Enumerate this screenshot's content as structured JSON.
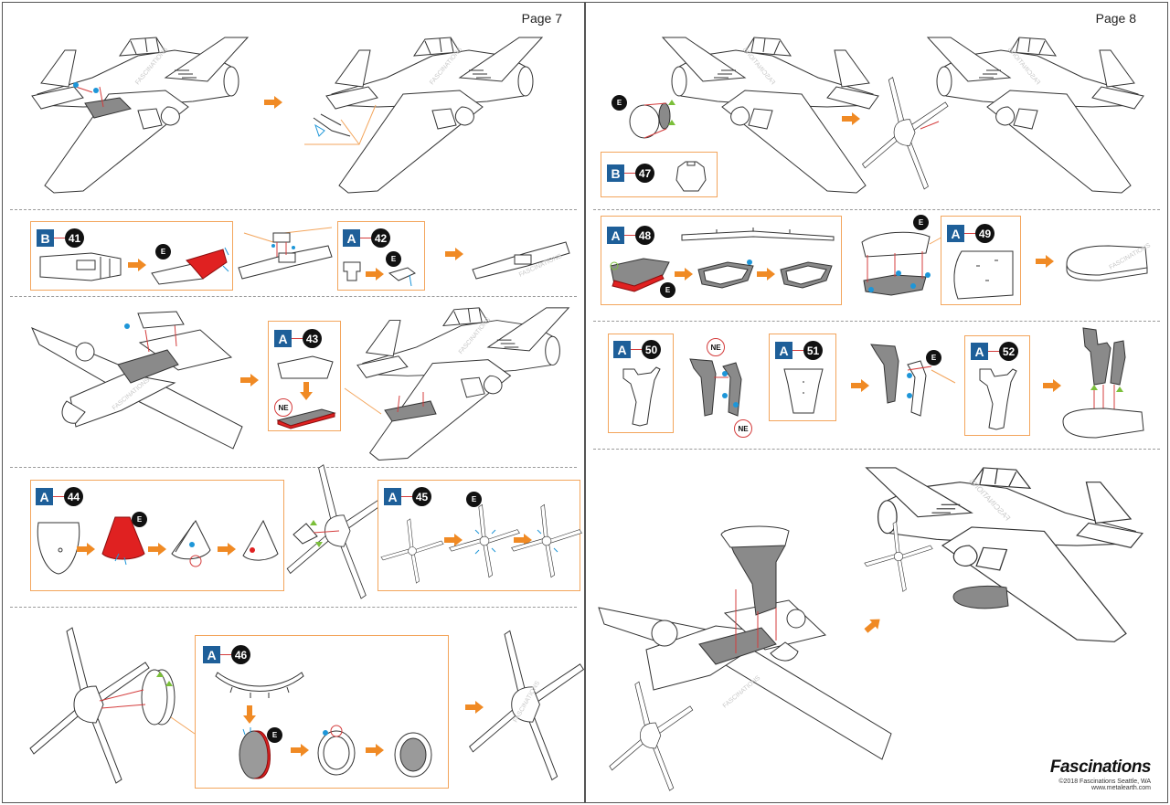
{
  "pages": [
    {
      "number_label": "Page 7"
    },
    {
      "number_label": "Page 8"
    }
  ],
  "steps": {
    "s41": {
      "sheet": "B",
      "number": "41"
    },
    "s42": {
      "sheet": "A",
      "number": "42"
    },
    "s43": {
      "sheet": "A",
      "number": "43"
    },
    "s44": {
      "sheet": "A",
      "number": "44"
    },
    "s45": {
      "sheet": "A",
      "number": "45"
    },
    "s46": {
      "sheet": "A",
      "number": "46"
    },
    "s47": {
      "sheet": "B",
      "number": "47"
    },
    "s48": {
      "sheet": "A",
      "number": "48"
    },
    "s49": {
      "sheet": "A",
      "number": "49"
    },
    "s50": {
      "sheet": "A",
      "number": "50"
    },
    "s51": {
      "sheet": "A",
      "number": "51"
    },
    "s52": {
      "sheet": "A",
      "number": "52"
    }
  },
  "labels": {
    "edge": "E",
    "not_edge": "NE"
  },
  "icons": {
    "step_arrow": "orange-arrow-icon",
    "glue_point": "blue-dot-icon",
    "align_mark": "green-triangle-icon"
  },
  "colors": {
    "sheet_badge": "#1e5f99",
    "step_frame": "#f3a55c",
    "arrow": "#f08a24",
    "highlight_part": "#e02121",
    "guide_line": "#d43c3c",
    "glue_dot": "#1e96d8"
  },
  "brand": {
    "name": "Fascinations",
    "copyright": "©2018 Fascinations Seattle, WA",
    "url": "www.metalearth.com"
  }
}
